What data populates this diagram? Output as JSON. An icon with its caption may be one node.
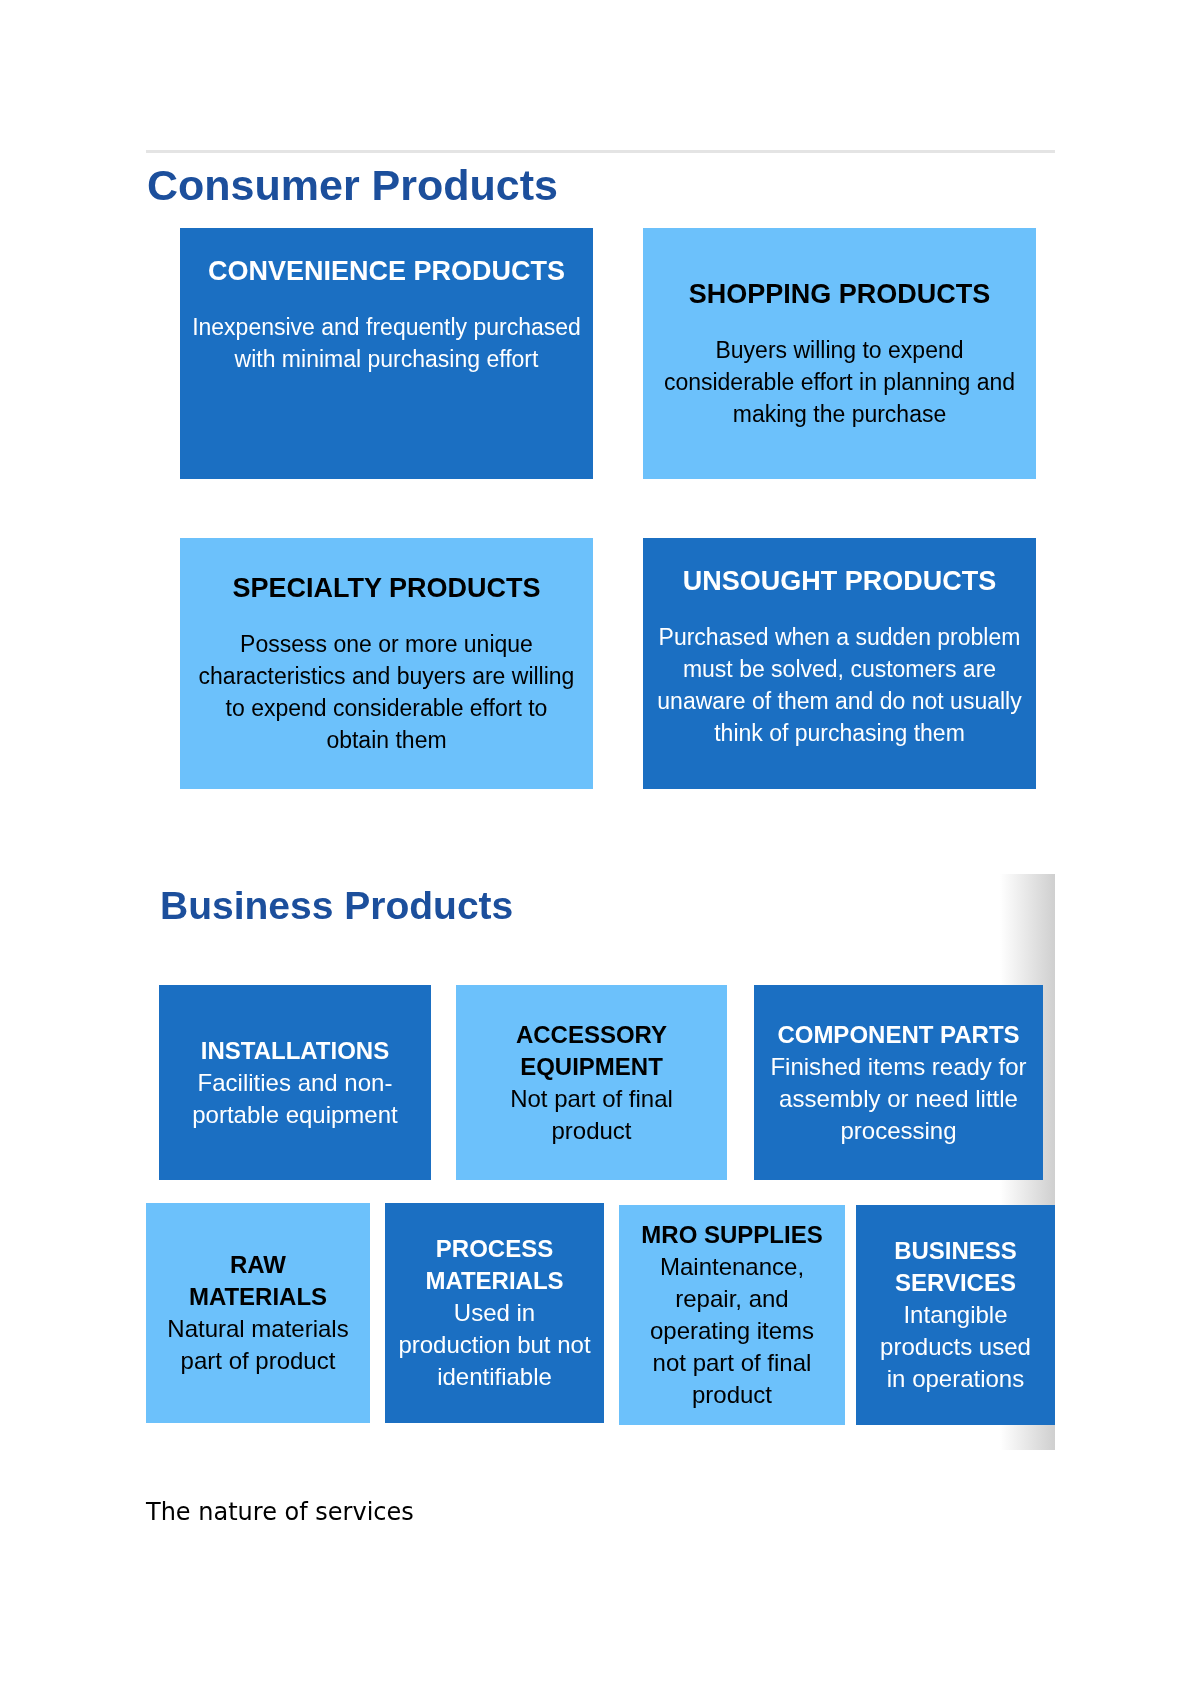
{
  "diagram": {
    "nodes": [
      {
        "text": [
          "CONVENIENCE PRODUCTS",
          "Inexpensive and frequently purchased with minimal purchasing effort"
        ]
      },
      {
        "text": [
          "SHOPPING PRODUCTS",
          "Buyers willing to expend considerable effort in planning and making the purchase"
        ]
      },
      {
        "text": [
          "SPECIALTY PRODUCTS",
          "Possess one or more unique characteristics and buyers are willing to expend considerable effort to obtain them"
        ]
      },
      {
        "text": [
          "UNSOUGHT PRODUCTS",
          "Purchased when a sudden problem must be solved, customers are unaware of them and do not usually think of purchasing them"
        ]
      },
      {
        "text": [
          "INSTALLATIONS",
          "Facilities and non-portable equipment"
        ]
      },
      {
        "text": [
          "ACCESSORY EQUIPMENT",
          "Not part of final product"
        ]
      },
      {
        "text": [
          "COMPONENT PARTS",
          "Finished items ready for assembly or need little processing"
        ]
      },
      {
        "text": [
          "RAW MATERIALS",
          "Natural materials part of product"
        ]
      },
      {
        "text": [
          "PROCESS MATERIALS",
          "Used in production but not identifiable"
        ]
      },
      {
        "text": [
          "MRO SUPPLIES",
          "Maintenance, repair, and operating items not part of final product"
        ]
      },
      {
        "text": [
          "BUSINESS SERVICES",
          "Intangible products used in operations"
        ]
      }
    ],
    "labels": [
      "Consumer Products",
      "Business Products",
      "The nature of services"
    ]
  }
}
